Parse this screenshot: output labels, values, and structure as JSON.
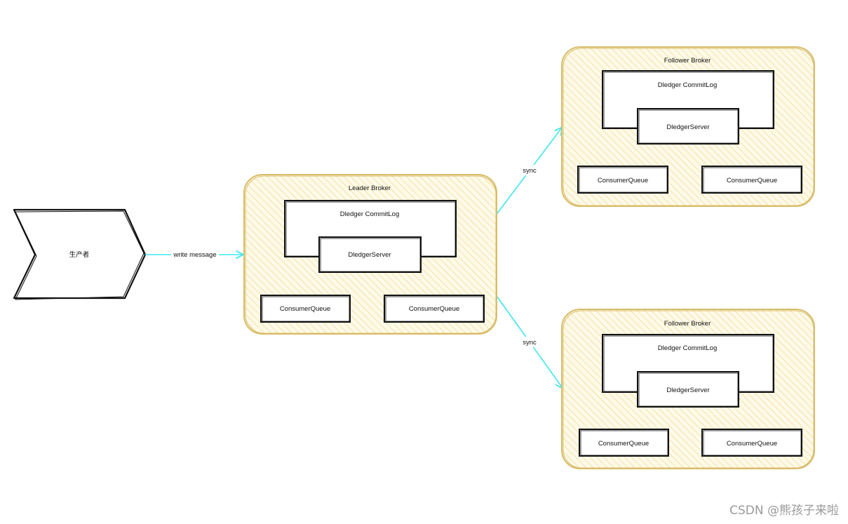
{
  "producer": {
    "label": "生产者"
  },
  "edges": {
    "write": "write message",
    "sync_top": "sync",
    "sync_bottom": "sync"
  },
  "leader": {
    "title": "Leader Broker",
    "commitlog": "Dledger CommitLog",
    "server": "DledgerServer",
    "queue1": "ConsumerQueue",
    "queue2": "ConsumerQueue"
  },
  "follower1": {
    "title": "Follower Broker",
    "commitlog": "Dledger CommitLog",
    "server": "DledgerServer",
    "queue1": "ConsumerQueue",
    "queue2": "ConsumerQueue"
  },
  "follower2": {
    "title": "Follower Broker",
    "commitlog": "Dledger CommitLog",
    "server": "DledgerServer",
    "queue1": "ConsumerQueue",
    "queue2": "ConsumerQueue"
  },
  "watermark": "CSDN @熊孩子来啦",
  "colors": {
    "broker_fill": "#fdf3cf",
    "broker_stroke": "#d8bd6a",
    "arrow": "#3ee6f0",
    "ink": "#111111"
  }
}
